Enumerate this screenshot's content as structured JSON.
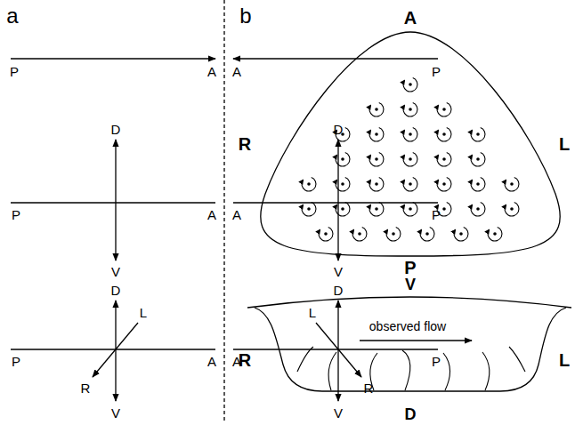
{
  "diagram": {
    "labels": [
      "a",
      "b",
      "P",
      "A",
      "A",
      "P",
      "D",
      "D",
      "P",
      "A",
      "A",
      "P",
      "V",
      "V",
      "D",
      "D",
      "L",
      "L",
      "P",
      "A",
      "A",
      "P",
      "R",
      "R",
      "V",
      "V",
      "A",
      "R",
      "L",
      "P",
      "V",
      "observed flow",
      "R",
      "L",
      "D"
    ]
  }
}
